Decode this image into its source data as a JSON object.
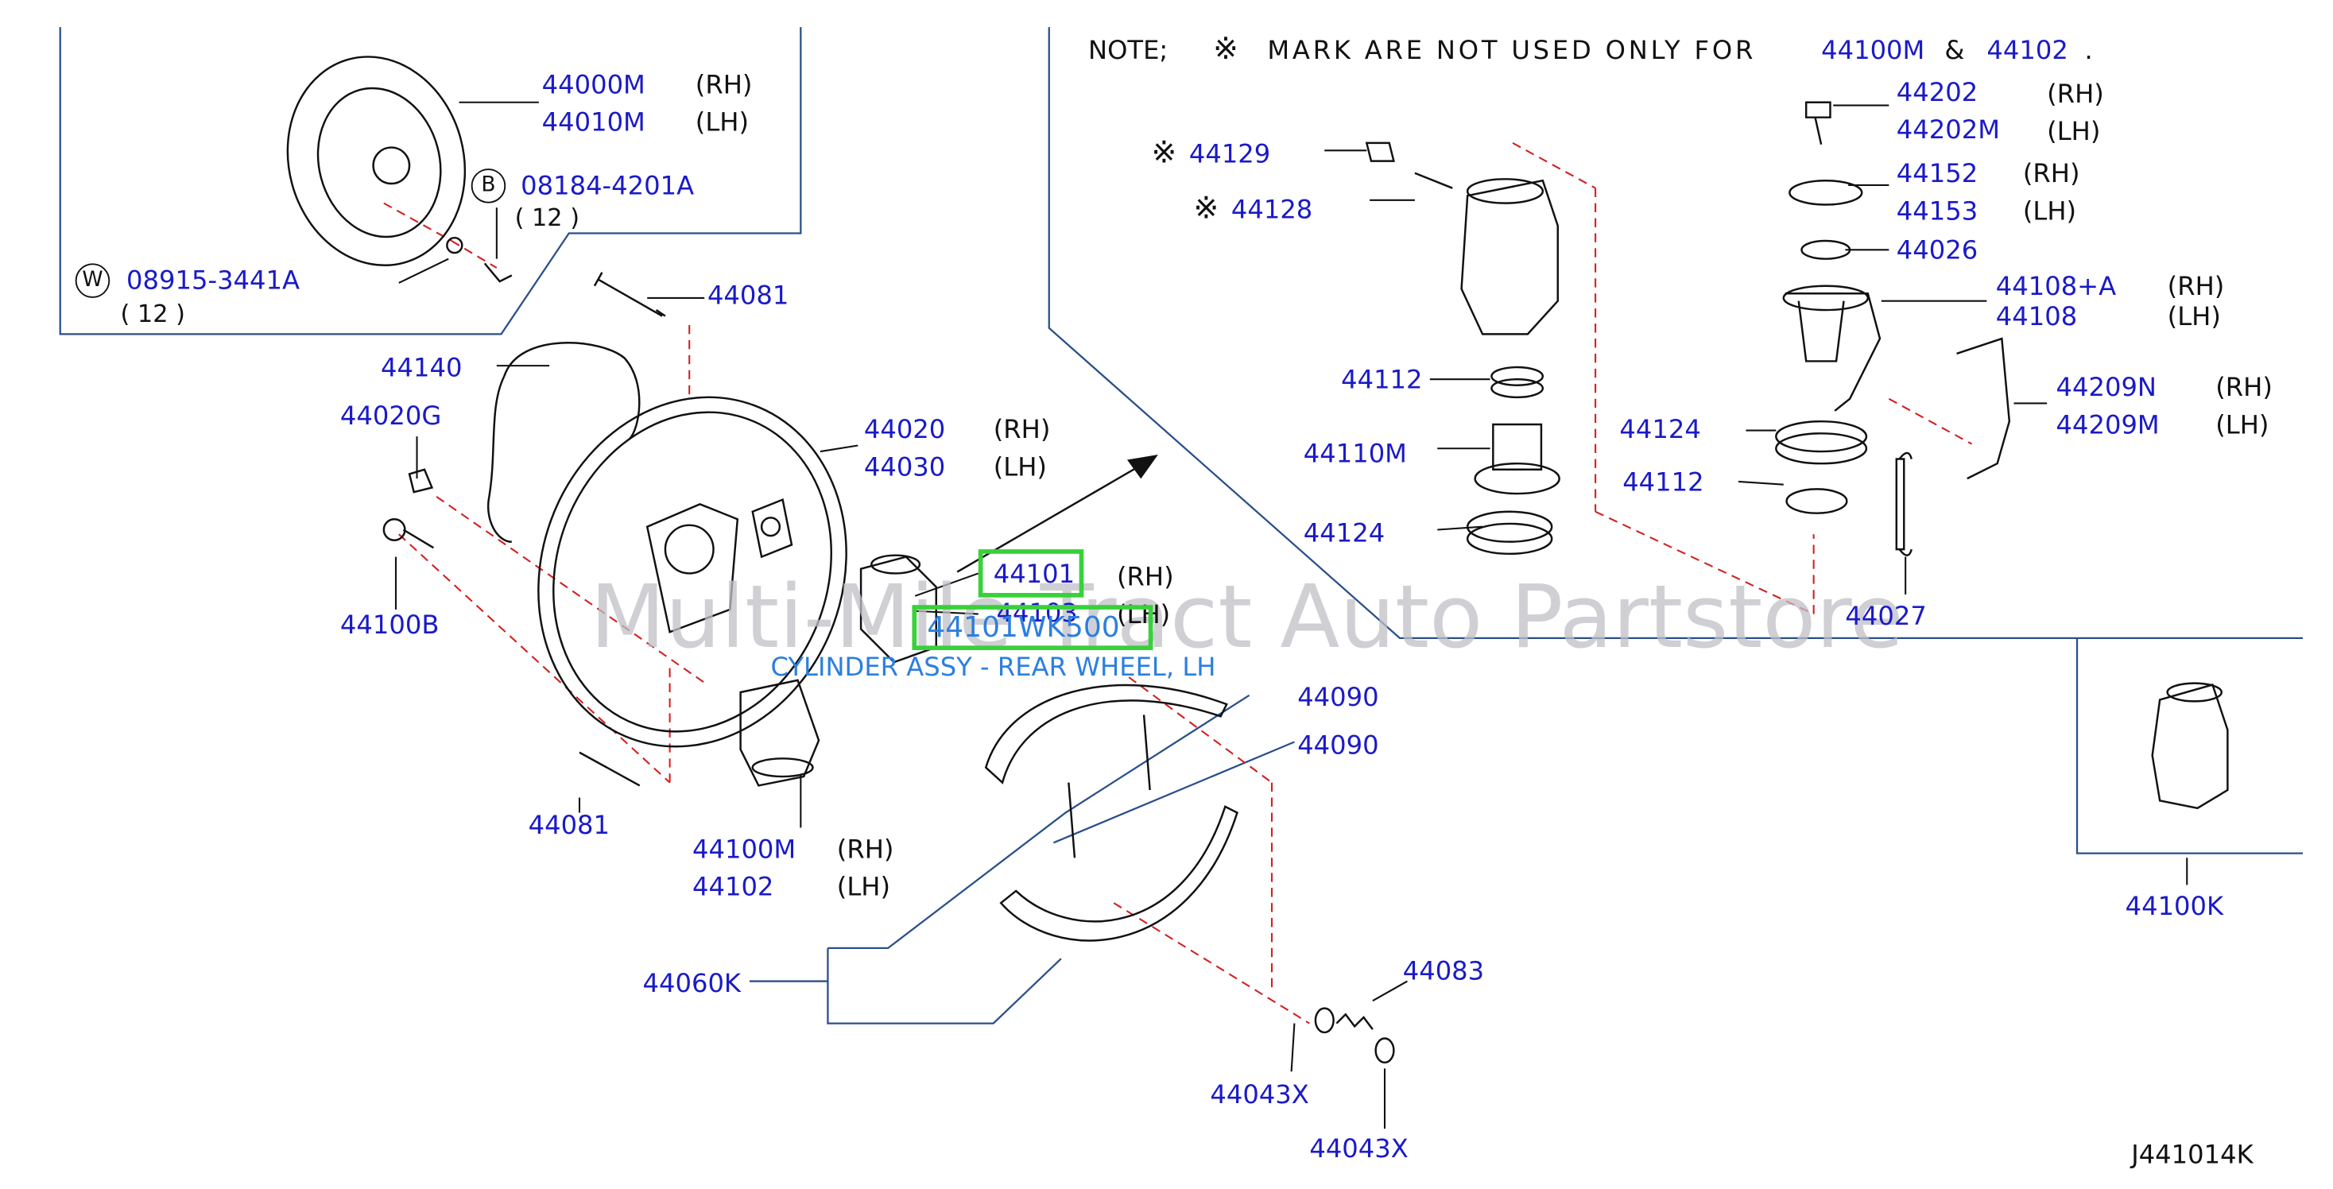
{
  "note": {
    "prefix": "NOTE;",
    "symbol": "※",
    "text": "MARK ARE NOT USED ONLY FOR",
    "p1": "44100M",
    "amp": "&",
    "p2": "44102",
    "dot": "."
  },
  "diagram_code": "J441014K",
  "watermark": "Multi-Mile Tract Auto Partstore",
  "tooltip": {
    "part": "44101WK500",
    "description": "CYLINDER ASSY - REAR WHEEL, LH"
  },
  "colors": {
    "part_number": "#1a1ac8",
    "highlight": "#38d13a",
    "tooltip": "#2b7fe0",
    "dashed": "#d22020",
    "frame": "#2a4f8a"
  },
  "parts": {
    "p44000M": "44000M",
    "p44010M": "44010M",
    "b_circle": "B",
    "p08184": "08184-4201A",
    "q12a": "( 12 )",
    "w_circle": "W",
    "p08915": "08915-3441A",
    "q12b": "( 12 )",
    "p44081a": "44081",
    "p44140": "44140",
    "p44020G": "44020G",
    "p44020": "44020",
    "p44030": "44030",
    "p44100B": "44100B",
    "p44101": "44101",
    "p44103": "44103",
    "p44090a": "44090",
    "p44090b": "44090",
    "p44081b": "44081",
    "p44100M": "44100M",
    "p44102": "44102",
    "p44060K": "44060K",
    "p44083": "44083",
    "p44043Xa": "44043X",
    "p44043Xb": "44043X",
    "p44129": "44129",
    "p44128": "44128",
    "p44112a": "44112",
    "p44110M": "44110M",
    "p44124a": "44124",
    "p44202": "44202",
    "p44202M": "44202M",
    "p44152": "44152",
    "p44153": "44153",
    "p44026": "44026",
    "p44108A": "44108+A",
    "p44108": "44108",
    "p44124b": "44124",
    "p44209N": "44209N",
    "p44209M": "44209M",
    "p44112b": "44112",
    "p44027": "44027",
    "p44100K": "44100K",
    "mark1": "※",
    "mark2": "※"
  },
  "side": {
    "rh1": "(RH)",
    "lh1": "(LH)",
    "rh2": "(RH)",
    "lh2": "(LH)",
    "rh3": "(RH)",
    "lh3": "(LH)",
    "rh4": "(RH)",
    "lh4": "(LH)",
    "rh5": "(RH)",
    "lh5": "(LH)",
    "rh6": "(RH)",
    "lh6": "(LH)",
    "rh7": "(RH)",
    "lh7": "(LH)",
    "rh8": "(RH)",
    "lh8": "(LH)"
  }
}
